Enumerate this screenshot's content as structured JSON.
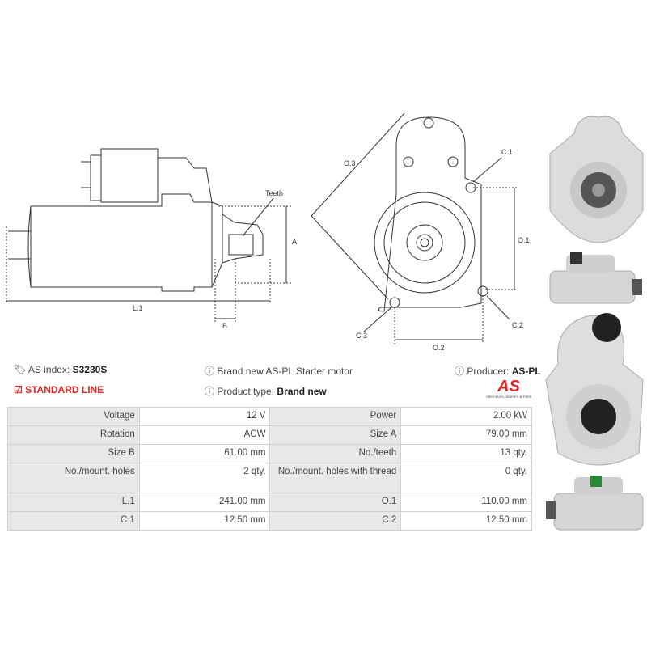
{
  "diagram_labels": {
    "teeth": "Teeth",
    "a": "A",
    "l1": "L.1",
    "b": "B",
    "o3": "O.3",
    "c1": "C.1",
    "o1": "O.1",
    "c2": "C.2",
    "o2": "O.2",
    "c3": "C.3"
  },
  "info": {
    "as_index_label": "AS index:",
    "as_index_value": "S3230S",
    "standard_line": "STANDARD LINE",
    "description": "Brand new AS-PL Starter motor",
    "product_type_label": "Product type:",
    "product_type_value": "Brand new",
    "producer_label": "Producer:",
    "producer_value": "AS-PL",
    "logo_text": "AS",
    "logo_tagline": "Alternators, Starters & Parts"
  },
  "specs": [
    {
      "k1": "Voltage",
      "v1": "12 V",
      "k2": "Power",
      "v2": "2.00 kW"
    },
    {
      "k1": "Rotation",
      "v1": "ACW",
      "k2": "Size A",
      "v2": "79.00 mm"
    },
    {
      "k1": "Size B",
      "v1": "61.00 mm",
      "k2": "No./teeth",
      "v2": "13 qty."
    },
    {
      "k1": "No./mount. holes",
      "v1": "2 qty.",
      "k2": "No./mount. holes with thread",
      "v2": "0 qty."
    },
    {
      "k1": "L.1",
      "v1": "241.00 mm",
      "k2": "O.1",
      "v2": "110.00 mm"
    },
    {
      "k1": "C.1",
      "v1": "12.50 mm",
      "k2": "C.2",
      "v2": "12.50 mm"
    }
  ],
  "colors": {
    "accent": "#e52421"
  }
}
